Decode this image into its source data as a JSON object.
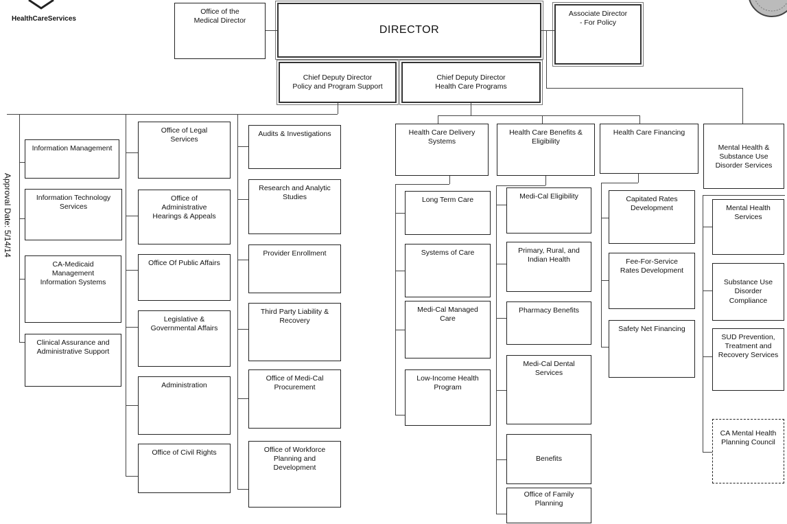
{
  "header": {
    "logo_text": "HealthCareServices",
    "approval": "Approval Date: 5/14/14"
  },
  "top": {
    "medical_director": "Office of the\nMedical Director",
    "director": "DIRECTOR",
    "associate_director": "Associate Director\n- For Policy",
    "deputy_policy": "Chief Deputy Director\nPolicy and Program Support",
    "deputy_programs": "Chief Deputy Director\nHealth Care Programs"
  },
  "col1": [
    "Information Management",
    "Information Technology\nServices",
    "CA-Medicaid\nManagement\nInformation Systems",
    "Clinical Assurance and\nAdministrative Support"
  ],
  "col2": [
    "Office of Legal\nServices",
    "Office of\nAdministrative\nHearings & Appeals",
    "Office Of Public Affairs",
    "Legislative &\nGovernmental Affairs",
    "Administration",
    "Office of Civil Rights"
  ],
  "col3": [
    "Audits & Investigations",
    "Research and Analytic\nStudies",
    "Provider Enrollment",
    "Third Party Liability &\nRecovery",
    "Office of Medi-Cal\nProcurement",
    "Office of Workforce\nPlanning and\nDevelopment"
  ],
  "delivery": {
    "header": "Health Care Delivery\nSystems",
    "items": [
      "Long Term Care",
      "Systems of Care",
      "Medi-Cal Managed\nCare",
      "Low-Income Health\nProgram"
    ]
  },
  "benefits": {
    "header": "Health Care Benefits &\nEligibility",
    "items": [
      "Medi-Cal Eligibility",
      "Primary, Rural, and\nIndian Health",
      "Pharmacy Benefits",
      "Medi-Cal Dental\nServices",
      "Benefits",
      "Office of Family\nPlanning"
    ]
  },
  "financing": {
    "header": "Health Care Financing",
    "items": [
      "Capitated Rates\nDevelopment",
      "Fee-For-Service\nRates Development",
      "Safety Net Financing"
    ]
  },
  "mental": {
    "header": "Mental Health &\nSubstance Use\nDisorder Services",
    "items": [
      "Mental Health\nServices",
      "Substance Use\nDisorder\nCompliance",
      "SUD Prevention,\nTreatment and\nRecovery Services"
    ],
    "council": "CA Mental Health\nPlanning Council"
  }
}
